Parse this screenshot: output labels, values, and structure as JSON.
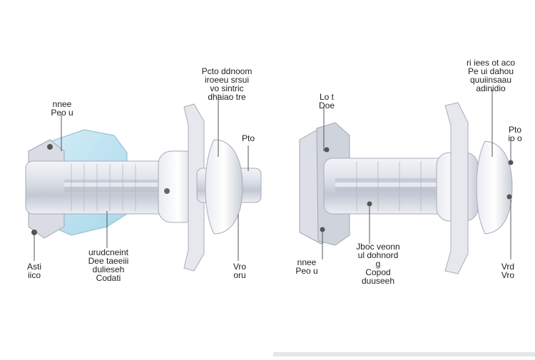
{
  "diagram": {
    "labels": {
      "top_center_l1": "Pcto ddnoom",
      "top_center_l2": "iroeeu srsui",
      "top_center_l3": "vo sintric",
      "top_center_l4": "dhaiao tre",
      "left_top_l1": "nnee",
      "left_top_l2": "Peo u",
      "left_mid": "Pto",
      "bottom_left_l1": "Asti",
      "bottom_left_l2": "iico",
      "bottom_mid_l1": "urudcneint",
      "bottom_mid_l2": "Dee taeeiii",
      "bottom_mid_l3": "dulieseh",
      "bottom_mid_l4": "Codati",
      "bottom_center_l1": "Vro",
      "bottom_center_l2": "oru",
      "right_small_l1": "Lo t",
      "right_small_l2": "Doe",
      "top_right_l1": "ri iees ot aco",
      "top_right_l2": "Pe ui dahou",
      "top_right_l3": "quuiinsaau",
      "top_right_l4": "adinidio",
      "right_side_l1": "Pto",
      "right_side_l2": "io o",
      "bottom_right_l1": "Jboc veonn",
      "bottom_right_l2": "ul dohnord",
      "bottom_right_l3": "g",
      "bottom_right_l4": "Copod",
      "bottom_right_l5": "duuseeh",
      "bottom_right_left_l1": "nnee",
      "bottom_right_left_l2": "Peo u",
      "far_right_l1": "Vrd",
      "far_right_l2": "Vro"
    },
    "colors": {
      "metal_light": "#eef0f5",
      "metal_mid": "#cfd3dd",
      "metal_dark": "#9aa0ad",
      "accent_blue": "#bfe3f0",
      "leader_line": "#555555"
    }
  }
}
